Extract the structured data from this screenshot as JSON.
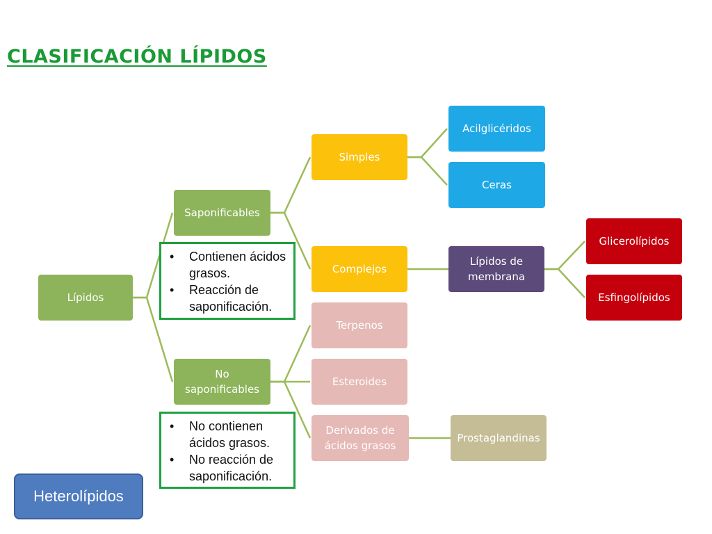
{
  "title": "CLASIFICACIÓN  LÍPIDOS",
  "nodes": {
    "lipidos": "Lípidos",
    "saponificables": "Saponificables",
    "no_saponificables": "No saponificables",
    "simples": "Simples",
    "complejos": "Complejos",
    "acilgliceridos": "Acilglicéridos",
    "ceras": "Ceras",
    "lipidos_membrana": "Lípidos de membrana",
    "glicerolipidos": "Glicerolípidos",
    "esfingolipidos": "Esfingolípidos",
    "terpenos": "Terpenos",
    "esteroides": "Esteroides",
    "derivados": "Derivados de ácidos grasos",
    "prostaglandinas": "Prostaglandinas"
  },
  "notes": {
    "saponificables": [
      "Contienen ácidos grasos.",
      "Reacción de saponificación."
    ],
    "no_saponificables": [
      "No contienen ácidos grasos.",
      "No reacción de saponificación."
    ]
  },
  "heterolipidos": "Heterolípidos",
  "colors": {
    "connector": "#9cbb59",
    "title": "#1a9a36",
    "root_and_level1": "#8db45a",
    "level2_saponificables": "#fcc10b",
    "simples_children": "#1ea9e6",
    "complejos_child": "#5b4a7a",
    "membrana_children": "#c4000d",
    "no_saponificables_children": "#e5b9b6",
    "derivados_child": "#c4bd96",
    "note_border": "#20a040",
    "heterolipidos_fill": "#4f7bbf"
  }
}
